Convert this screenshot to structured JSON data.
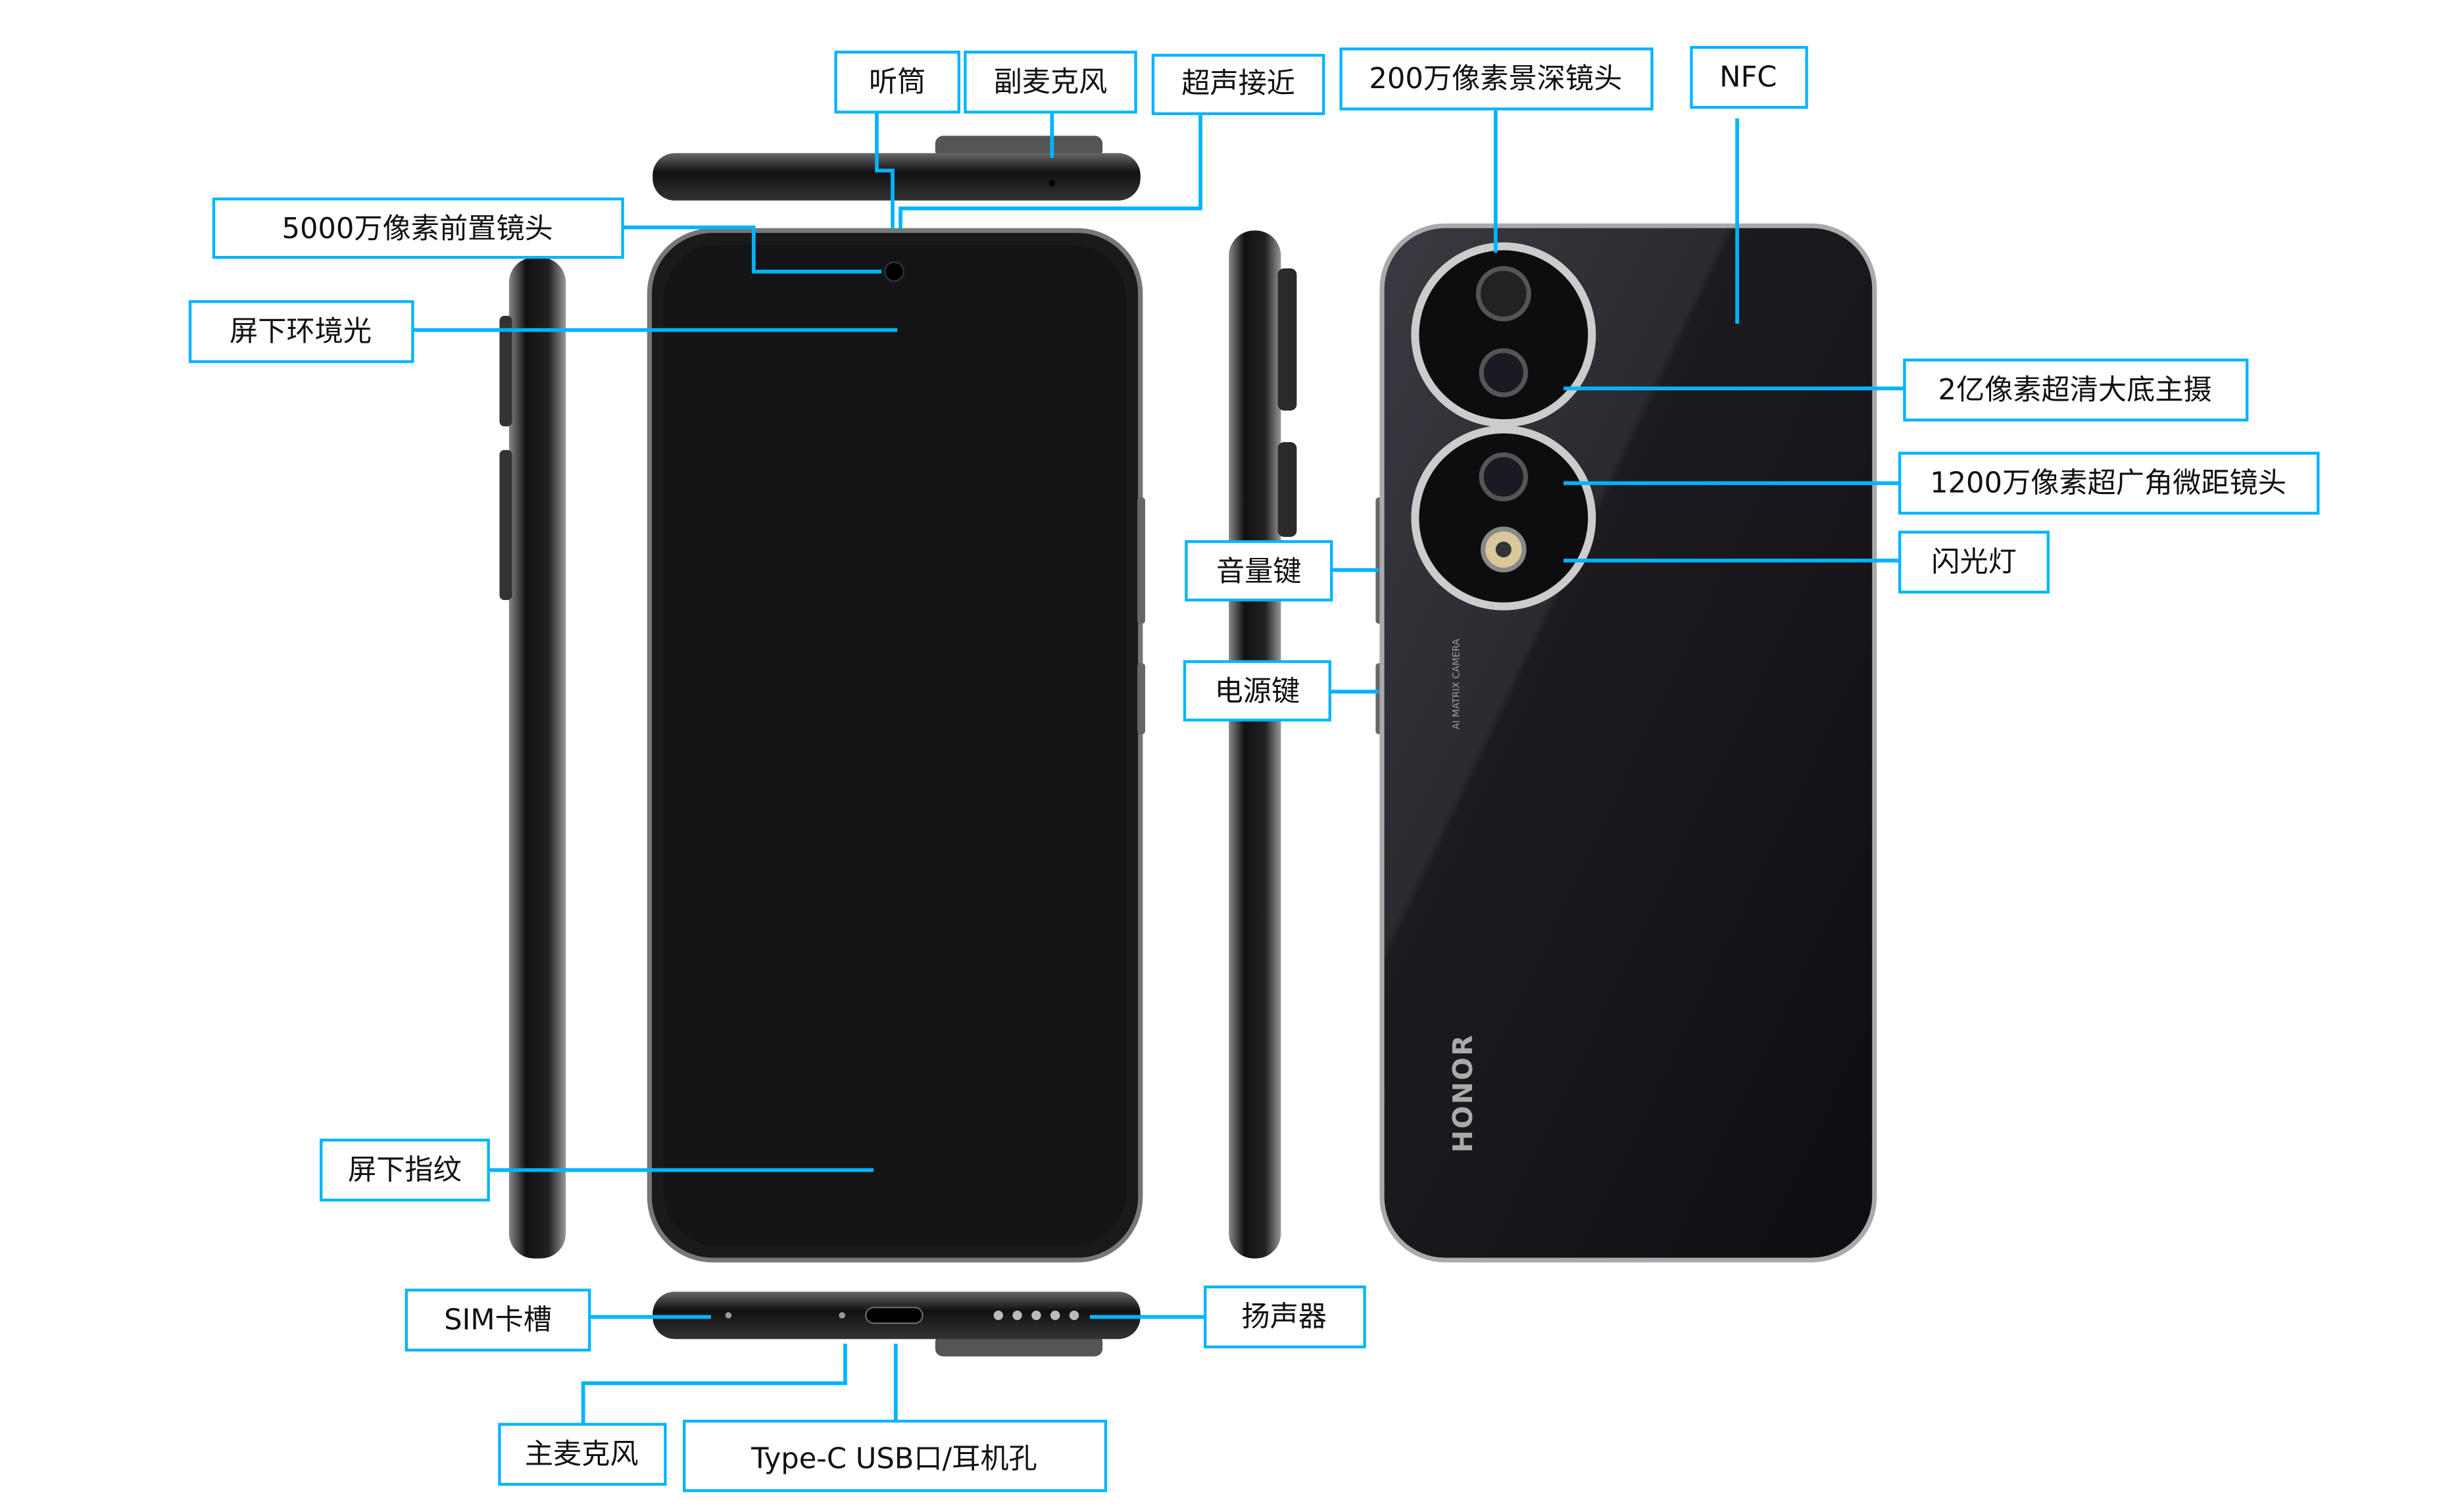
{
  "colors": {
    "accent": "#00b4ff",
    "phone": "#111114"
  },
  "labels": {
    "earpiece": "听筒",
    "secondary_mic": "副麦克风",
    "ultrasonic_proximity": "超声接近",
    "depth_camera": "200万像素景深镜头",
    "nfc": "NFC",
    "front_camera": "5000万像素前置镜头",
    "ambient_light": "屏下环境光",
    "fingerprint": "屏下指纹",
    "sim_tray": "SIM卡槽",
    "main_mic": "主麦克风",
    "usb_port": "Type-C USB口/耳机孔",
    "speaker": "扬声器",
    "volume_key": "音量键",
    "power_key": "电源键",
    "main_camera": "2亿像素超清大底主摄",
    "ultrawide_camera": "1200万像素超广角微距镜头",
    "flash": "闪光灯"
  },
  "phone_back": {
    "brand": "HONOR",
    "camera_text": "AI MATRIX CAMERA"
  }
}
